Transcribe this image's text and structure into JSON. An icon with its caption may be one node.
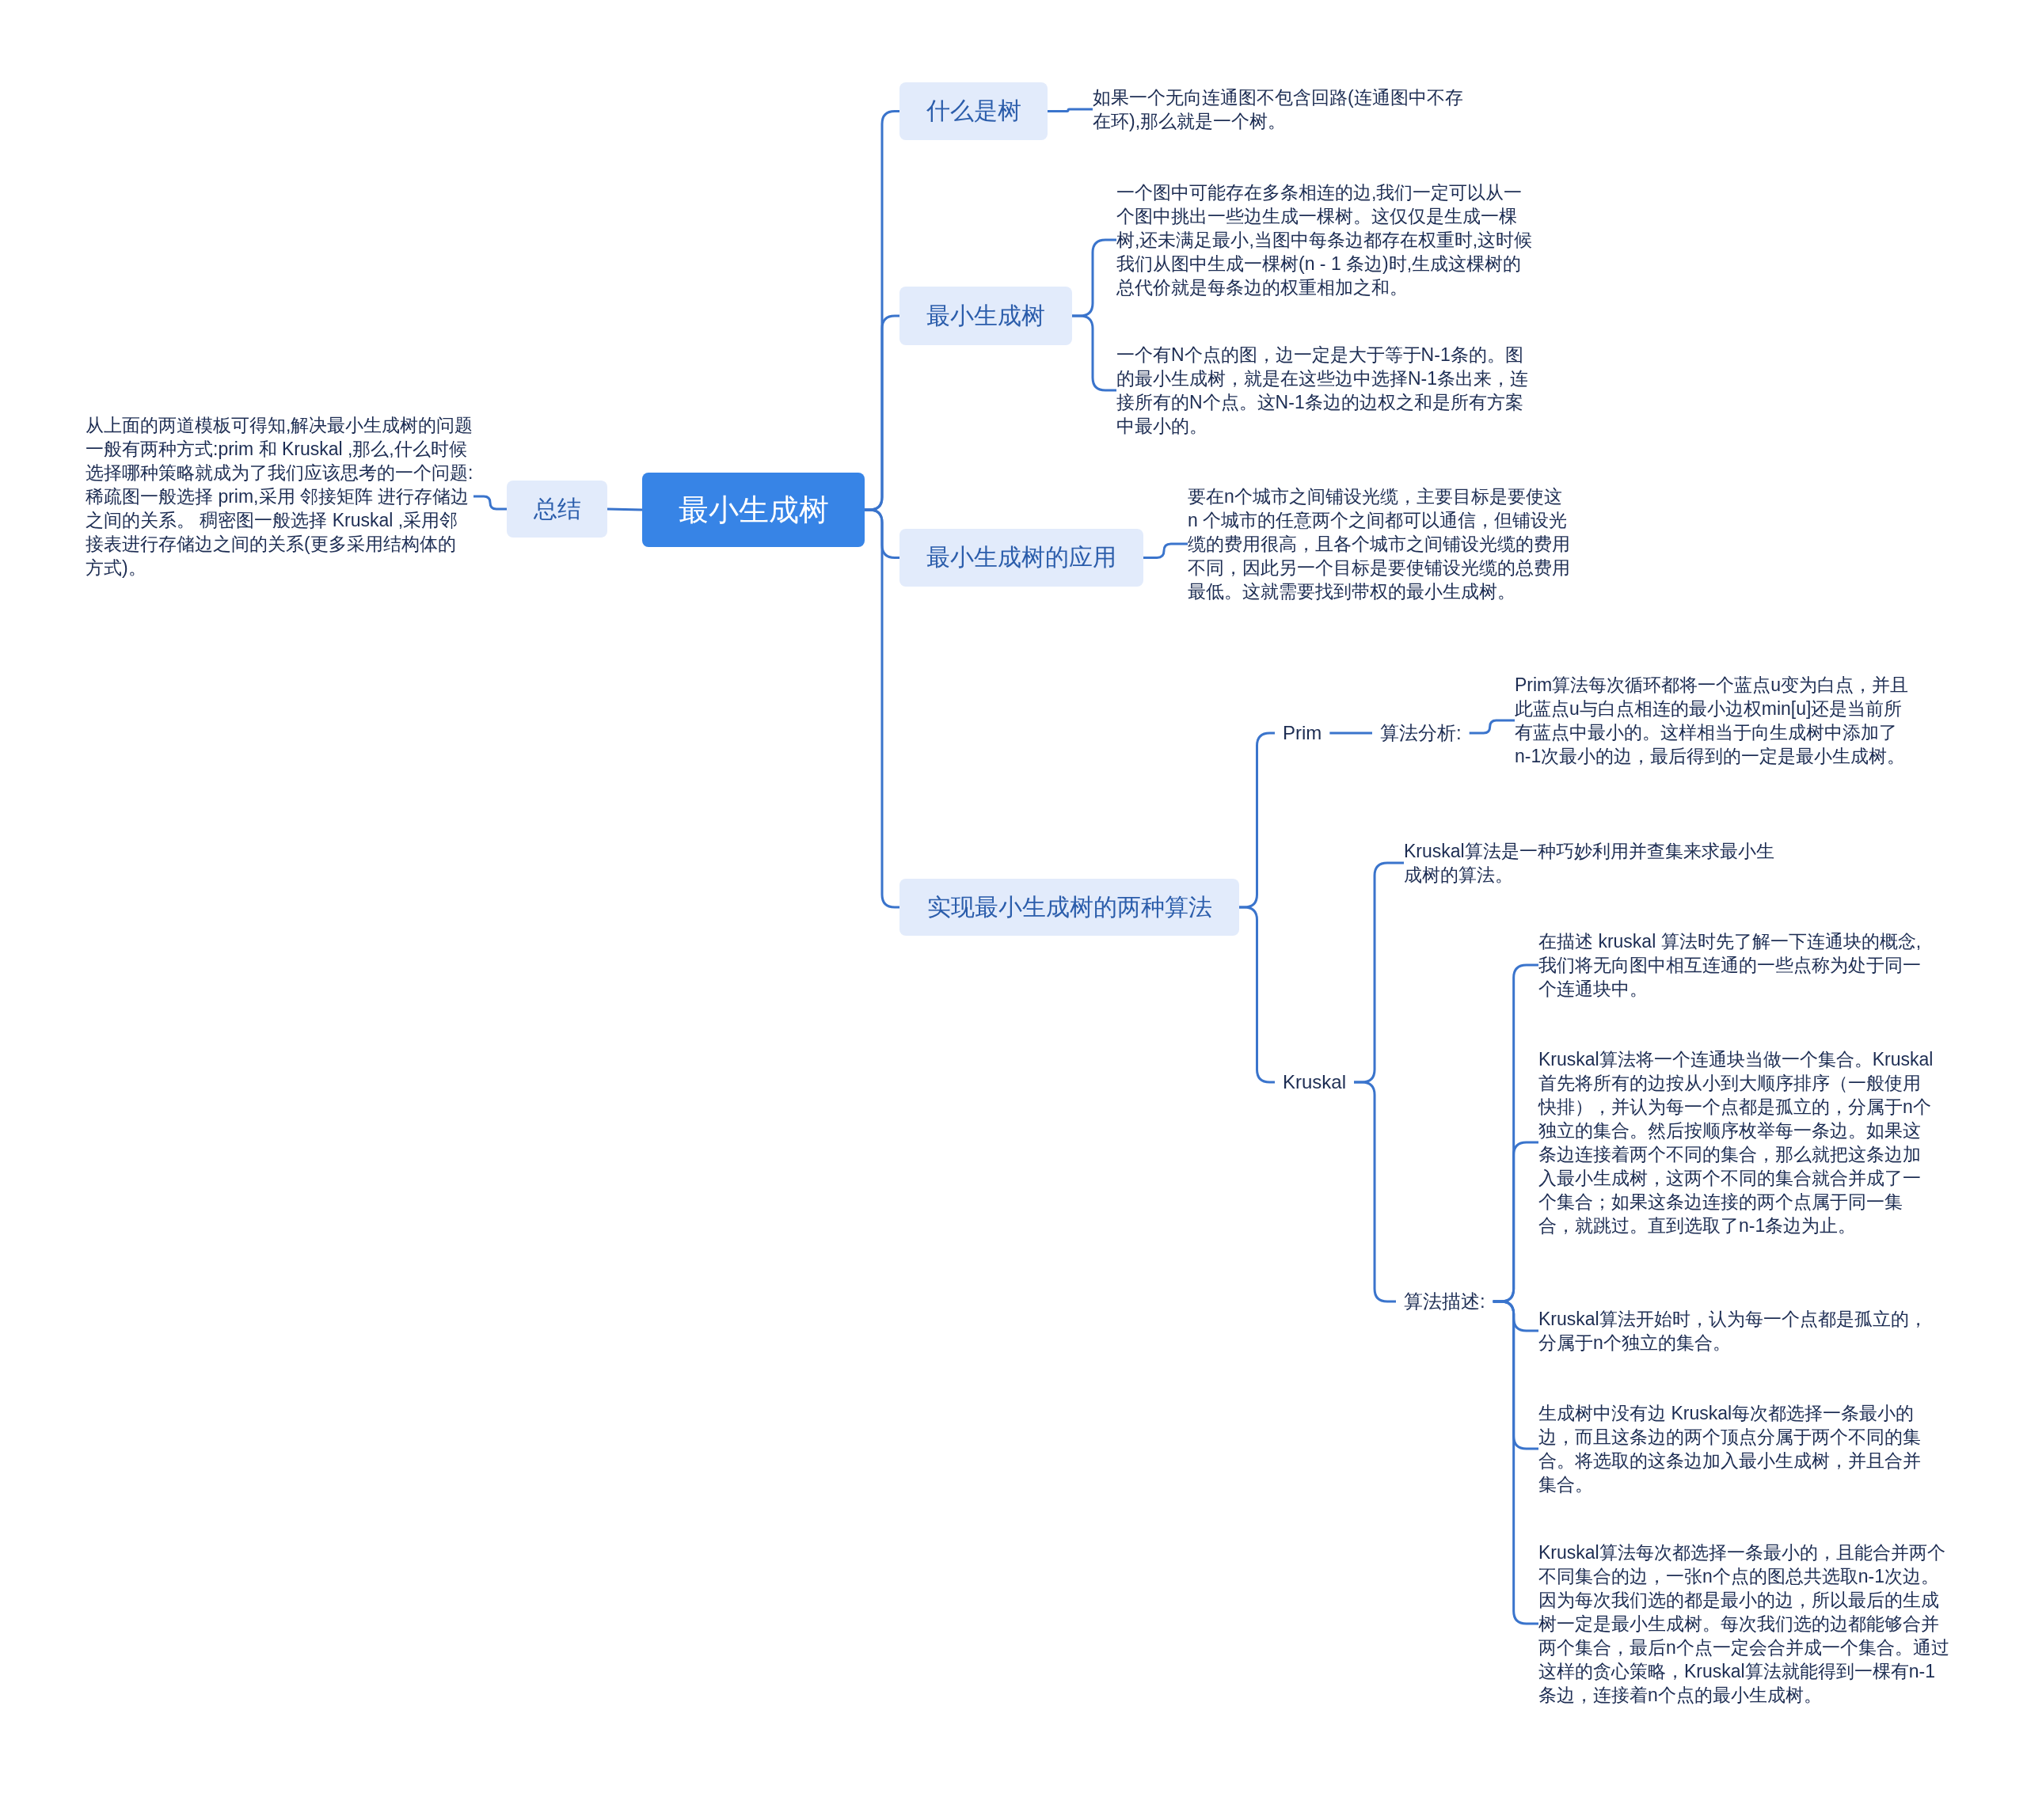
{
  "diagram": {
    "nodes": [
      {
        "text": [
          "最小生成树"
        ]
      },
      {
        "text": [
          "总结"
        ]
      },
      {
        "text": [
          "从上面的两道模板可得知,解决最小生成树的问题一般有两种方式:prim 和 Kruskal ,那么,什么时候选择哪种策略就成为了我们应该思考的一个问题: 稀疏图一般选择 prim,采用 邻接矩阵 进行存储边之间的关系。 稠密图一般选择 Kruskal ,采用邻接表进行存储边之间的关系(更多采用结构体的方式)。"
        ]
      },
      {
        "text": [
          "什么是树"
        ]
      },
      {
        "text": [
          "如果一个无向连通图不包含回路(连通图中不存在环),那么就是一个树。"
        ]
      },
      {
        "text": [
          "最小生成树"
        ]
      },
      {
        "text": [
          "一个图中可能存在多条相连的边,我们一定可以从一个图中挑出一些边生成一棵树。这仅仅是生成一棵树,还未满足最小,当图中每条边都存在权重时,这时候我们从图中生成一棵树(n - 1 条边)时,生成这棵树的总代价就是每条边的权重相加之和。"
        ]
      },
      {
        "text": [
          "一个有N个点的图，边一定是大于等于N-1条的。图的最小生成树，就是在这些边中选择N-1条出来，连接所有的N个点。这N-1条边的边权之和是所有方案中最小的。"
        ]
      },
      {
        "text": [
          "最小生成树的应用"
        ]
      },
      {
        "text": [
          "要在n个城市之间铺设光缆，主要目标是要使这 n 个城市的任意两个之间都可以通信，但铺设光缆的费用很高，且各个城市之间铺设光缆的费用不同，因此另一个目标是要使铺设光缆的总费用最低。这就需要找到带权的最小生成树。"
        ]
      },
      {
        "text": [
          "实现最小生成树的两种算法"
        ]
      },
      {
        "text": [
          "Prim"
        ]
      },
      {
        "text": [
          "算法分析:"
        ]
      },
      {
        "text": [
          "Prim算法每次循环都将一个蓝点u变为白点，并且此蓝点u与白点相连的最小边权min[u]还是当前所有蓝点中最小的。这样相当于向生成树中添加了n-1次最小的边，最后得到的一定是最小生成树。"
        ]
      },
      {
        "text": [
          "Kruskal"
        ]
      },
      {
        "text": [
          "Kruskal算法是一种巧妙利用并查集来求最小生成树的算法。"
        ]
      },
      {
        "text": [
          "算法描述:"
        ]
      },
      {
        "text": [
          "在描述 kruskal 算法时先了解一下连通块的概念, 我们将无向图中相互连通的一些点称为处于同一个连通块中。"
        ]
      },
      {
        "text": [
          "Kruskal算法将一个连通块当做一个集合。Kruskal首先将所有的边按从小到大顺序排序（一般使用快排），并认为每一个点都是孤立的，分属于n个独立的集合。然后按顺序枚举每一条边。如果这条边连接着两个不同的集合，那么就把这条边加入最小生成树，这两个不同的集合就合并成了一个集合；如果这条边连接的两个点属于同一集合，就跳过。直到选取了n-1条边为止。"
        ]
      },
      {
        "text": [
          "Kruskal算法开始时，认为每一个点都是孤立的，分属于n个独立的集合。"
        ]
      },
      {
        "text": [
          "生成树中没有边 Kruskal每次都选择一条最小的边，而且这条边的两个顶点分属于两个不同的集合。将选取的这条边加入最小生成树，并且合并集合。"
        ]
      },
      {
        "text": [
          "Kruskal算法每次都选择一条最小的，且能合并两个不同集合的边，一张n个点的图总共选取n-1次边。因为每次我们选的都是最小的边，所以最后的生成树一定是最小生成树。每次我们选的边都能够合并两个集合，最后n个点一定会合并成一个集合。通过这样的贪心策略，Kruskal算法就能得到一棵有n-1条边，连接着n个点的最小生成树。"
        ]
      }
    ],
    "edges": [
      {
        "from": 0,
        "to": 1,
        "arrow": "none"
      },
      {
        "from": 1,
        "to": 2,
        "arrow": "none"
      },
      {
        "from": 0,
        "to": 3,
        "arrow": "none"
      },
      {
        "from": 3,
        "to": 4,
        "arrow": "none"
      },
      {
        "from": 0,
        "to": 5,
        "arrow": "none"
      },
      {
        "from": 5,
        "to": 6,
        "arrow": "none"
      },
      {
        "from": 5,
        "to": 7,
        "arrow": "none"
      },
      {
        "from": 0,
        "to": 8,
        "arrow": "none"
      },
      {
        "from": 8,
        "to": 9,
        "arrow": "none"
      },
      {
        "from": 0,
        "to": 10,
        "arrow": "none"
      },
      {
        "from": 10,
        "to": 11,
        "arrow": "none"
      },
      {
        "from": 11,
        "to": 12,
        "arrow": "none"
      },
      {
        "from": 12,
        "to": 13,
        "arrow": "none"
      },
      {
        "from": 10,
        "to": 14,
        "arrow": "none"
      },
      {
        "from": 14,
        "to": 15,
        "arrow": "none"
      },
      {
        "from": 14,
        "to": 16,
        "arrow": "none"
      },
      {
        "from": 16,
        "to": 17,
        "arrow": "none"
      },
      {
        "from": 16,
        "to": 18,
        "arrow": "none"
      },
      {
        "from": 16,
        "to": 19,
        "arrow": "none"
      },
      {
        "from": 16,
        "to": 20,
        "arrow": "none"
      },
      {
        "from": 16,
        "to": 21,
        "arrow": "none"
      }
    ]
  }
}
